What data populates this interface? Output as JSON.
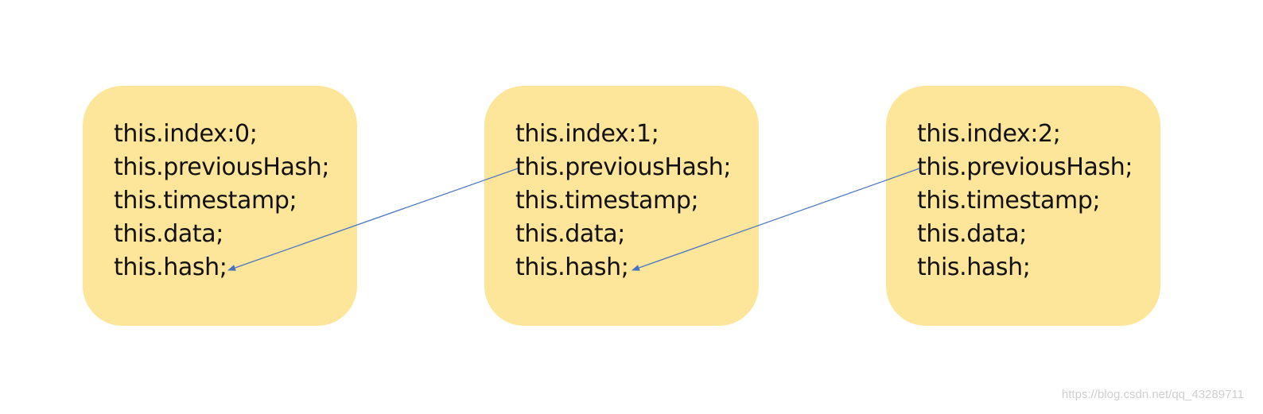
{
  "diagram": {
    "colors": {
      "block_fill": "#fde59a",
      "arrow": "#4472c4",
      "text": "#111111"
    },
    "blocks": [
      {
        "fields": [
          "this.index:0;",
          "this.previousHash;",
          "this.timestamp;",
          "this.data;",
          "this.hash;"
        ]
      },
      {
        "fields": [
          "this.index:1;",
          "this.previousHash;",
          "this.timestamp;",
          "this.data;",
          "this.hash;"
        ]
      },
      {
        "fields": [
          "this.index:2;",
          "this.previousHash;",
          "this.timestamp;",
          "this.data;",
          "this.hash;"
        ]
      }
    ],
    "links": [
      {
        "from_block": 1,
        "from_field": "this.previousHash;",
        "to_block": 0,
        "to_field": "this.hash;"
      },
      {
        "from_block": 2,
        "from_field": "this.previousHash;",
        "to_block": 1,
        "to_field": "this.hash;"
      }
    ]
  },
  "watermark": "https://blog.csdn.net/qq_43289711"
}
